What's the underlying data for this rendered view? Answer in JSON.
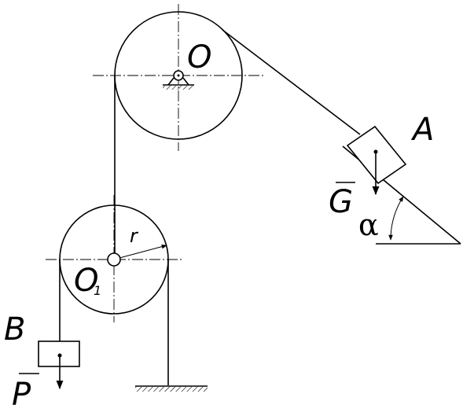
{
  "labels": {
    "pulley_top": "O",
    "pulley_bottom": "O",
    "pulley_bottom_sub": "1",
    "radius": "r",
    "block_a": "A",
    "block_b": "B",
    "weight_g": "G",
    "weight_p": "P",
    "angle": "α"
  },
  "colors": {
    "ink": "#000000",
    "background": "#ffffff"
  }
}
